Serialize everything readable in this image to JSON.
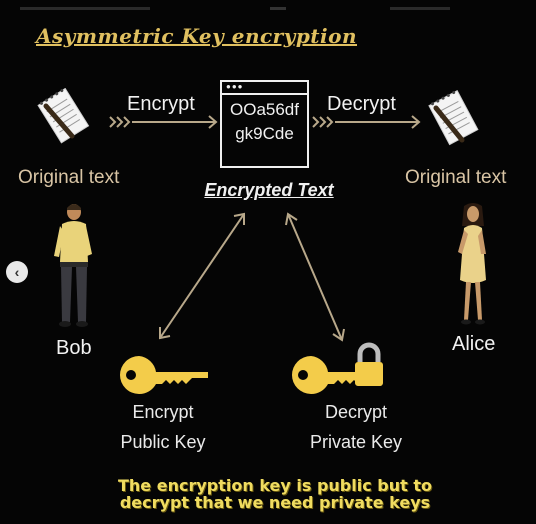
{
  "title": "Asymmetric Key encryption",
  "encrypt_arrow_label": "Encrypt",
  "decrypt_arrow_label": "Decrypt",
  "cipher_lines": [
    "OOa56df",
    "gk9Cde"
  ],
  "encrypted_text_label": "Encrypted Text",
  "original_left": "Original text",
  "original_right": "Original text",
  "bob": "Bob",
  "alice": "Alice",
  "public_key": {
    "line1": "Encrypt",
    "line2": "Public Key"
  },
  "private_key": {
    "line1": "Decrypt",
    "line2": "Private Key"
  },
  "footer_line1": "The encryption key is public but to",
  "footer_line2": "decrypt that we need private keys",
  "colors": {
    "accent": "#e0c060",
    "key": "#f3cc4a",
    "arrow": "#b8a88a",
    "footer": "#f0dc60"
  },
  "icons": [
    "notepad-icon",
    "pen-icon",
    "key-icon",
    "padlock-icon",
    "chevron-left-icon"
  ]
}
